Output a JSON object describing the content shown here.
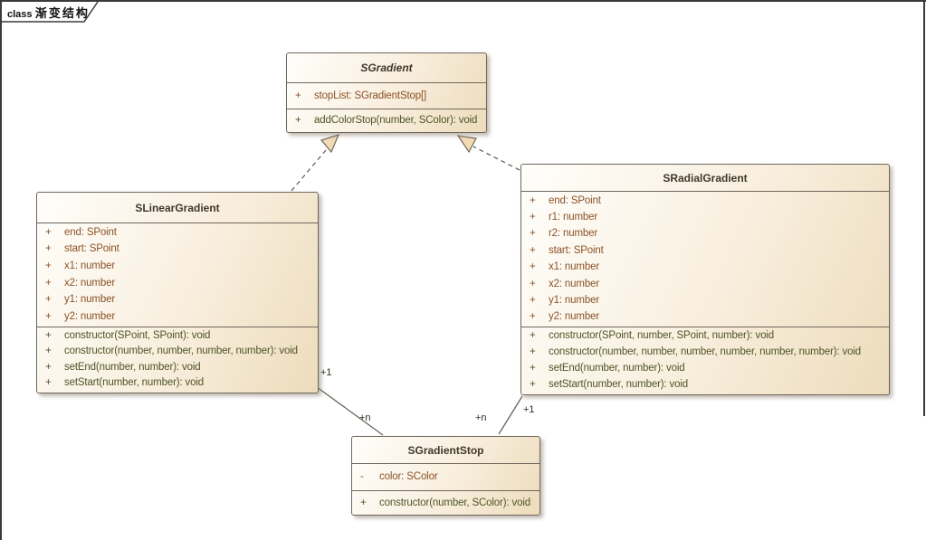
{
  "frame": {
    "kind": "class",
    "title": "渐变结构"
  },
  "classes": {
    "gradient": {
      "name": "SGradient",
      "abstract": true,
      "attributes": [
        {
          "v": "+",
          "t": "stopList: SGradientStop[]"
        }
      ],
      "operations": [
        {
          "v": "+",
          "t": "addColorStop(number, SColor): void"
        }
      ]
    },
    "linear": {
      "name": "SLinearGradient",
      "abstract": false,
      "attributes": [
        {
          "v": "+",
          "t": "end: SPoint"
        },
        {
          "v": "+",
          "t": "start: SPoint"
        },
        {
          "v": "+",
          "t": "x1: number"
        },
        {
          "v": "+",
          "t": "x2: number"
        },
        {
          "v": "+",
          "t": "y1: number"
        },
        {
          "v": "+",
          "t": "y2: number"
        }
      ],
      "operations": [
        {
          "v": "+",
          "t": "constructor(SPoint, SPoint): void"
        },
        {
          "v": "+",
          "t": "constructor(number, number, number, number): void"
        },
        {
          "v": "+",
          "t": "setEnd(number, number): void"
        },
        {
          "v": "+",
          "t": "setStart(number, number): void"
        }
      ]
    },
    "radial": {
      "name": "SRadialGradient",
      "abstract": false,
      "attributes": [
        {
          "v": "+",
          "t": "end: SPoint"
        },
        {
          "v": "+",
          "t": "r1: number"
        },
        {
          "v": "+",
          "t": "r2: number"
        },
        {
          "v": "+",
          "t": "start: SPoint"
        },
        {
          "v": "+",
          "t": "x1: number"
        },
        {
          "v": "+",
          "t": "x2: number"
        },
        {
          "v": "+",
          "t": "y1: number"
        },
        {
          "v": "+",
          "t": "y2: number"
        }
      ],
      "operations": [
        {
          "v": "+",
          "t": "constructor(SPoint, number, SPoint, number): void"
        },
        {
          "v": "+",
          "t": "constructor(number, number, number, number, number, number): void"
        },
        {
          "v": "+",
          "t": "setEnd(number, number): void"
        },
        {
          "v": "+",
          "t": "setStart(number, number): void"
        }
      ]
    },
    "stop": {
      "name": "SGradientStop",
      "abstract": false,
      "attributes": [
        {
          "v": "-",
          "t": "color: SColor"
        }
      ],
      "operations": [
        {
          "v": "+",
          "t": "constructor(number, SColor): void"
        }
      ]
    }
  },
  "connectors": {
    "linear_realizes_gradient": {
      "type": "realization",
      "style": "dashed-hollow-triangle"
    },
    "radial_realizes_gradient": {
      "type": "realization",
      "style": "dashed-hollow-triangle"
    },
    "linear_to_stop": {
      "type": "association",
      "source_multiplicity": "+1",
      "target_multiplicity": "+n"
    },
    "radial_to_stop": {
      "type": "association",
      "source_multiplicity": "+1",
      "target_multiplicity": "+n"
    }
  },
  "colors": {
    "box_fill_light": "#fffefb",
    "box_fill_dark": "#eddcbc",
    "box_border": "#6f675c",
    "title_text": "#3f382a",
    "attribute_text": "#8a5226",
    "operation_text": "#4e5526",
    "connector_line": "#67645c",
    "triangle_fill": "#f1dbb4",
    "multiplicity_text": "#2e2c26",
    "frame_border": "#3a3a3a"
  }
}
